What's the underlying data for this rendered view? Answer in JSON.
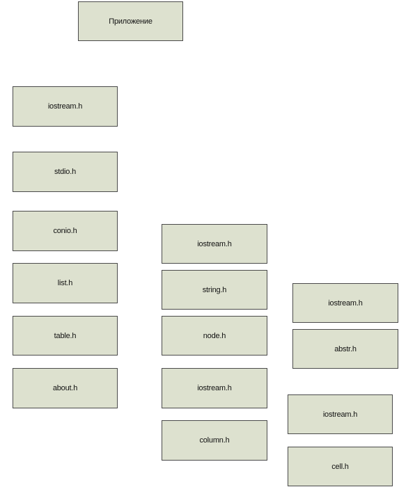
{
  "diagram": {
    "root": {
      "label": "Приложение"
    },
    "column1": [
      {
        "label": "iostream.h"
      },
      {
        "label": "stdio.h"
      },
      {
        "label": "conio.h"
      },
      {
        "label": "list.h"
      },
      {
        "label": "table.h"
      },
      {
        "label": "about.h"
      }
    ],
    "column2": [
      {
        "label": "iostream.h"
      },
      {
        "label": "string.h"
      },
      {
        "label": "node.h"
      },
      {
        "label": "iostream.h"
      },
      {
        "label": "column.h"
      }
    ],
    "column3": [
      {
        "label": "iostream.h"
      },
      {
        "label": "abstr.h"
      },
      {
        "label": "iostream.h"
      },
      {
        "label": "cell.h"
      }
    ],
    "colors": {
      "node_fill": "#dde1cf",
      "node_border": "#4a4a4a"
    }
  }
}
